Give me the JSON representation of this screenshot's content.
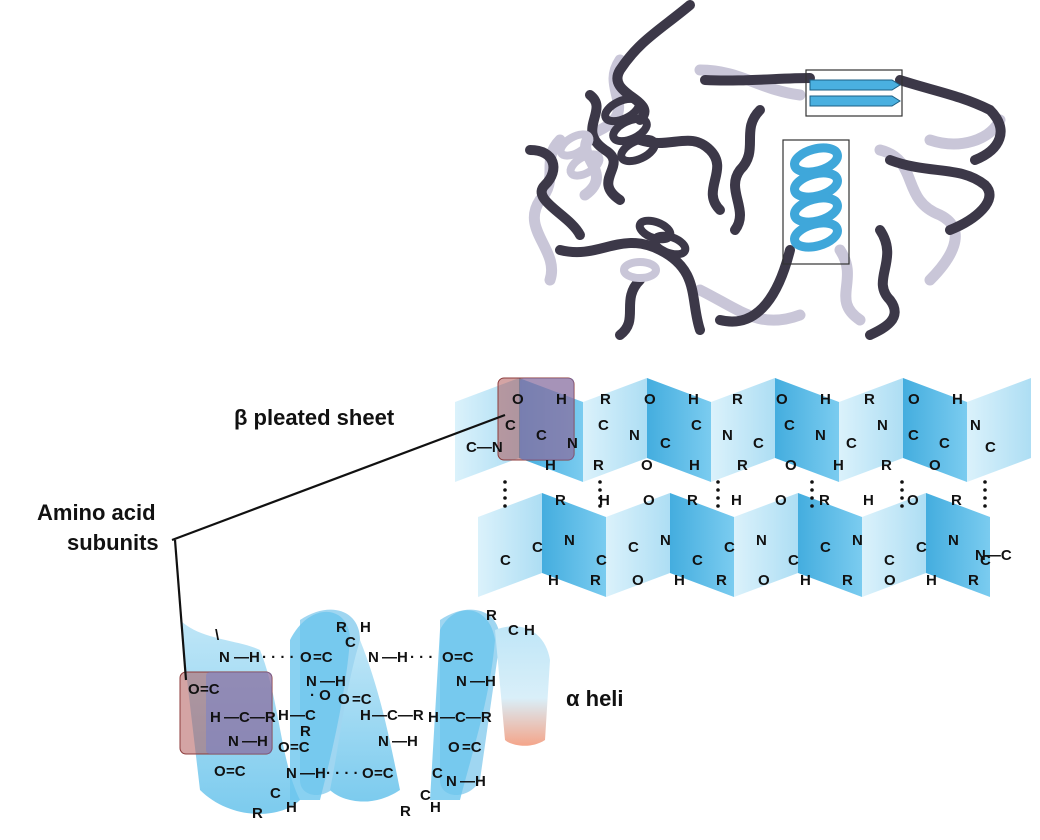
{
  "labels": {
    "beta_sheet": "β pleated sheet",
    "amino_acid_line1": "Amino acid",
    "amino_acid_line2": "subunits",
    "alpha_helix": "α heli"
  },
  "colors": {
    "ribbon_dark": "#3c3848",
    "ribbon_light": "#c9c6d8",
    "highlight_blue": "#4ab0e0",
    "sheet_light": "#bfe6f7",
    "sheet_dark": "#3fb0e3",
    "subunit_box": "#b05a5a"
  },
  "sheet_strand1_top": [
    "O",
    "H",
    "R",
    "O",
    "H",
    "R",
    "O",
    "H",
    "R",
    "O",
    "H"
  ],
  "sheet_strand1_bottom": [
    "H",
    "R",
    "O",
    "H",
    "R",
    "O",
    "H",
    "R",
    "O"
  ],
  "sheet_strand2_top": [
    "R",
    "H",
    "O",
    "R",
    "H",
    "O",
    "R",
    "H",
    "O",
    "R"
  ],
  "sheet_strand2_bottom": [
    "H",
    "R",
    "O",
    "H",
    "R",
    "O",
    "H",
    "R",
    "O",
    "H",
    "R"
  ],
  "helix_atoms_note": "C N H R O"
}
